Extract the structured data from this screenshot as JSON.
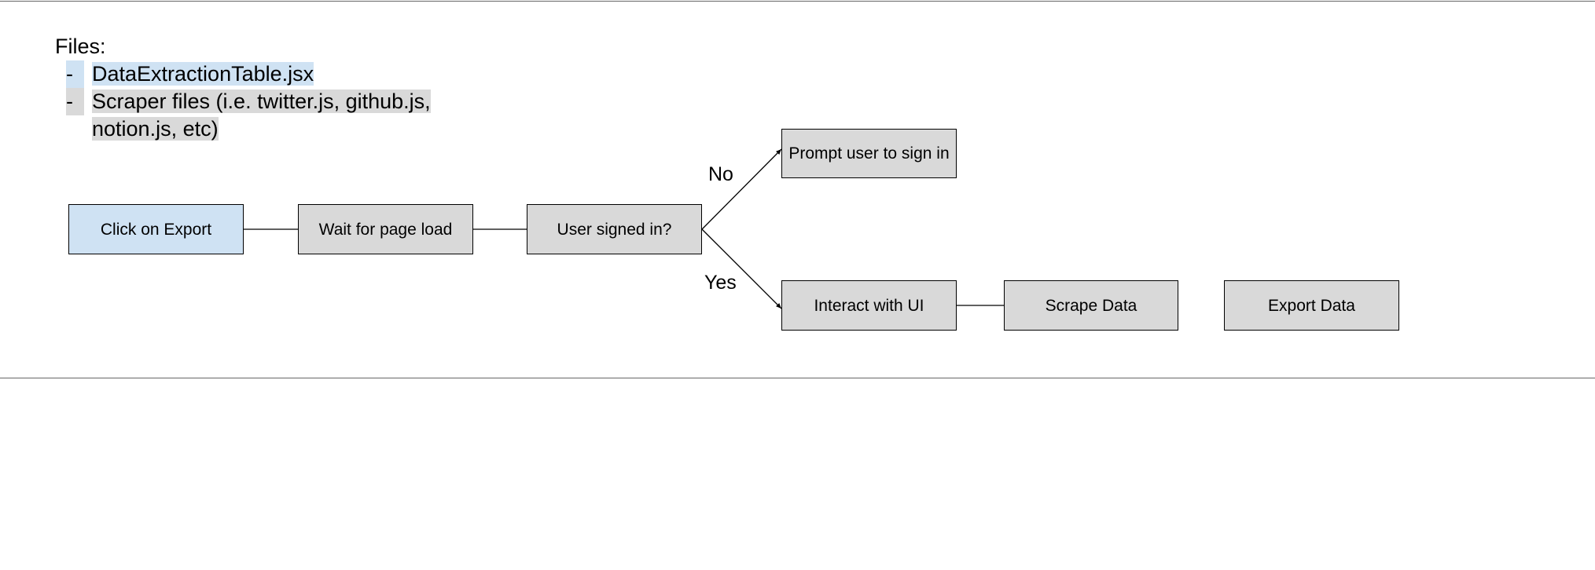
{
  "files": {
    "title": "Files:",
    "items": [
      {
        "bullet": "-",
        "text": "DataExtractionTable.jsx",
        "highlight": "#cfe2f3"
      },
      {
        "bullet": "-",
        "text": "Scraper files (i.e. twitter.js, github.js, notion.js, etc)",
        "highlight": "#d9d9d9"
      }
    ]
  },
  "flow": {
    "nodes": {
      "click_export": "Click on Export",
      "wait_load": "Wait for page load",
      "signed_in": "User signed in?",
      "prompt_sign_in": "Prompt user to sign in",
      "interact_ui": "Interact with UI",
      "scrape_data": "Scrape Data",
      "export_data": "Export Data"
    },
    "edge_labels": {
      "no": "No",
      "yes": "Yes"
    },
    "colors": {
      "start_fill": "#cfe2f3",
      "node_fill": "#d9d9d9",
      "line": "#000000"
    }
  }
}
